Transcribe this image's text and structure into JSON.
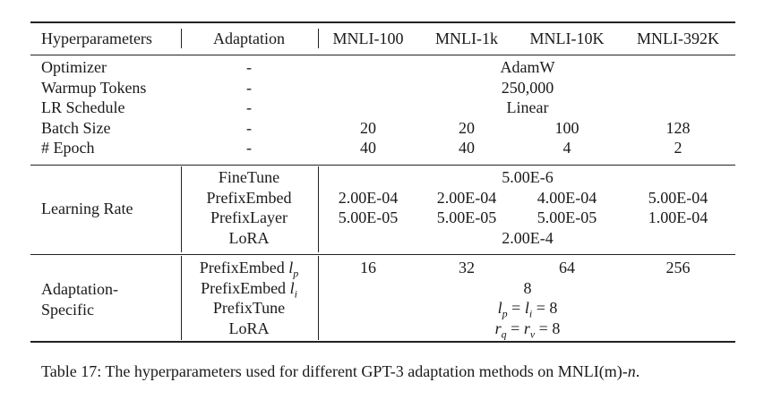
{
  "header": {
    "col_hyper": "Hyperparameters",
    "col_adapt": "Adaptation",
    "col_m100": "MNLI-100",
    "col_m1k": "MNLI-1k",
    "col_m10k": "MNLI-10K",
    "col_m392k": "MNLI-392K"
  },
  "section1": {
    "optimizer": {
      "label": "Optimizer",
      "adapt": "-",
      "value": "AdamW"
    },
    "warmup": {
      "label": "Warmup Tokens",
      "adapt": "-",
      "value": "250,000"
    },
    "lr_schedule": {
      "label": "LR Schedule",
      "adapt": "-",
      "value": "Linear"
    },
    "batch": {
      "label": "Batch Size",
      "adapt": "-",
      "values": [
        "20",
        "20",
        "100",
        "128"
      ]
    },
    "epoch": {
      "label": "# Epoch",
      "adapt": "-",
      "values": [
        "40",
        "40",
        "4",
        "2"
      ]
    }
  },
  "section2": {
    "label": "Learning Rate",
    "finetune": {
      "adapt": "FineTune",
      "value": "5.00E-6"
    },
    "prefixembed": {
      "adapt": "PrefixEmbed",
      "values": [
        "2.00E-04",
        "2.00E-04",
        "4.00E-04",
        "5.00E-04"
      ]
    },
    "prefixlayer": {
      "adapt": "PrefixLayer",
      "values": [
        "5.00E-05",
        "5.00E-05",
        "5.00E-05",
        "1.00E-04"
      ]
    },
    "lora": {
      "adapt": "LoRA",
      "value": "2.00E-4"
    }
  },
  "section3": {
    "label_line1": "Adaptation-",
    "label_line2": "Specific",
    "pe_lp": {
      "adapt": "PrefixEmbed",
      "sym": "l",
      "sub": "p",
      "values": [
        "16",
        "32",
        "64",
        "256"
      ]
    },
    "pe_li": {
      "adapt": "PrefixEmbed",
      "sym": "l",
      "sub": "i",
      "value": "8"
    },
    "prefixtune": {
      "adapt": "PrefixTune",
      "value": "l_p = l_i = 8"
    },
    "lora": {
      "adapt": "LoRA",
      "value": "r_q = r_v = 8"
    }
  },
  "caption": {
    "text": "Table 17: The hyperparameters used for different GPT-3 adaptation methods on MNLI(m)-",
    "var": "n",
    "end": "."
  }
}
